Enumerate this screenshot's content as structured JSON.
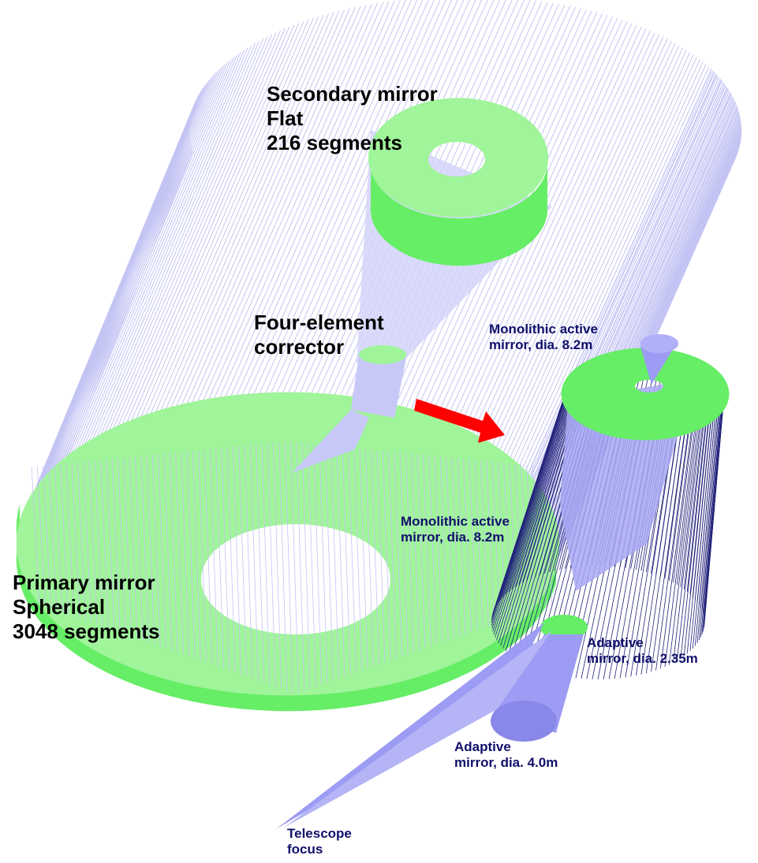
{
  "labels": {
    "secondary": [
      "Secondary mirror",
      "Flat",
      "216 segments"
    ],
    "corrector": [
      "Four-element",
      "corrector"
    ],
    "primary": [
      "Primary mirror",
      "Spherical",
      "3048 segments"
    ],
    "mono_top": [
      "Monolithic active",
      "mirror, dia. 8.2m"
    ],
    "mono_mid": [
      "Monolithic active",
      "mirror, dia. 8.2m"
    ],
    "adaptive_small": [
      "Adaptive",
      "mirror, dia. 2.35m"
    ],
    "adaptive_large": [
      "Adaptive",
      "mirror, dia. 4.0m"
    ],
    "focus": [
      "Telescope",
      "focus"
    ]
  },
  "colors": {
    "ray": "#c4c4f4",
    "mirror_face": "#a0f49a",
    "mirror_side": "#66ee66",
    "beam": "#9c9cf4",
    "dense_ray": "#20207a",
    "arrow": "#ff0000"
  }
}
